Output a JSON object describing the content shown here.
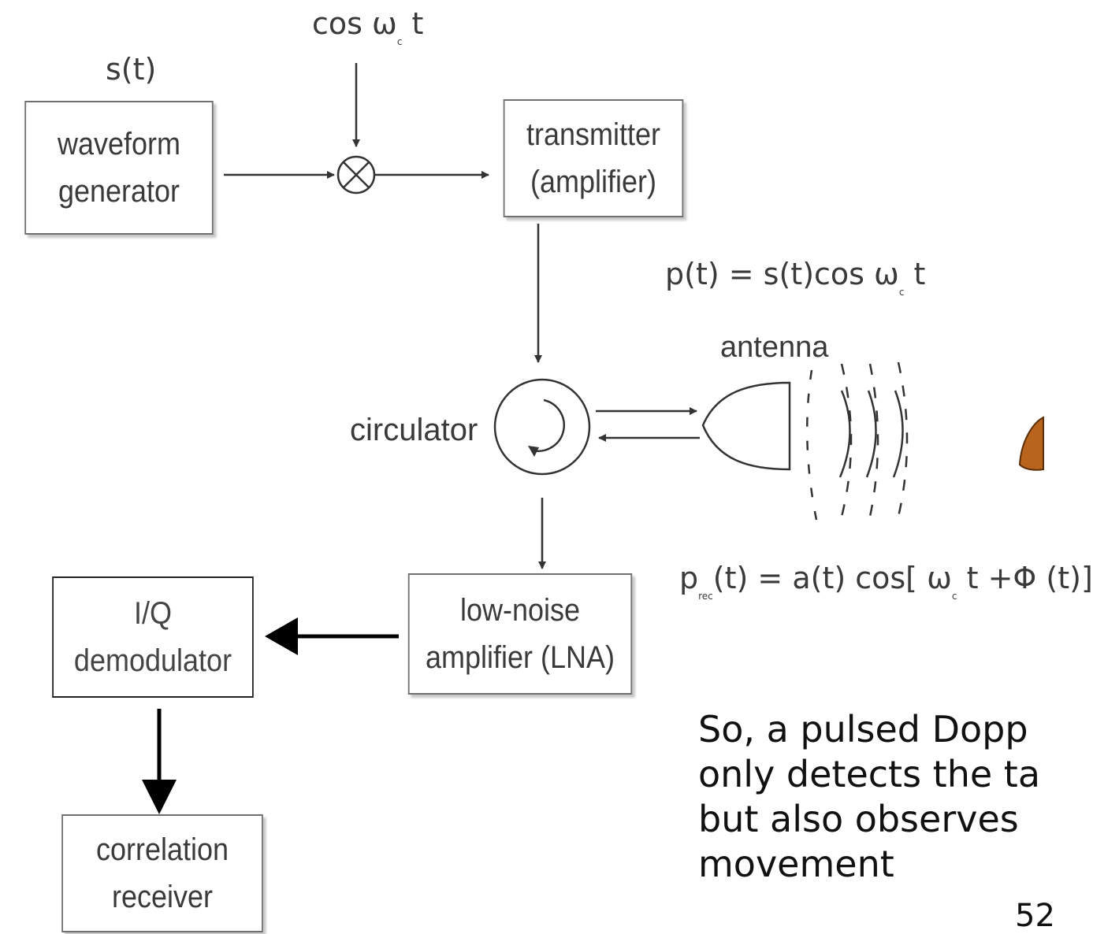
{
  "labels": {
    "s_t": "s(t)",
    "cos_wct_pre": "cos ω",
    "cos_wct_sub": "c",
    "cos_wct_post": " t",
    "pt_pre": "p(t) = s(t)cos ω",
    "pt_sub": "c",
    "pt_post": " t",
    "antenna": "antenna",
    "circulator": "circulator",
    "prec_p": "p",
    "prec_sub": "rec",
    "prec_mid": "(t) = a(t) cos[ ω",
    "prec_wsub": "c",
    "prec_post": " t +Φ (t)]"
  },
  "boxes": {
    "waveform_generator": [
      "waveform",
      "generator"
    ],
    "transmitter": [
      "transmitter",
      "(amplifier)"
    ],
    "lna": [
      "low-noise",
      "amplifier (LNA)"
    ],
    "iq_demodulator": [
      "I/Q",
      "demodulator"
    ],
    "correlation_receiver": [
      "correlation",
      "receiver"
    ]
  },
  "note": {
    "lines": [
      "So, a pulsed Dopp",
      "only detects the ta",
      "but also observes",
      "movement"
    ]
  },
  "page_number": "52",
  "colors": {
    "line": "#333333",
    "target": "#b8641c"
  }
}
